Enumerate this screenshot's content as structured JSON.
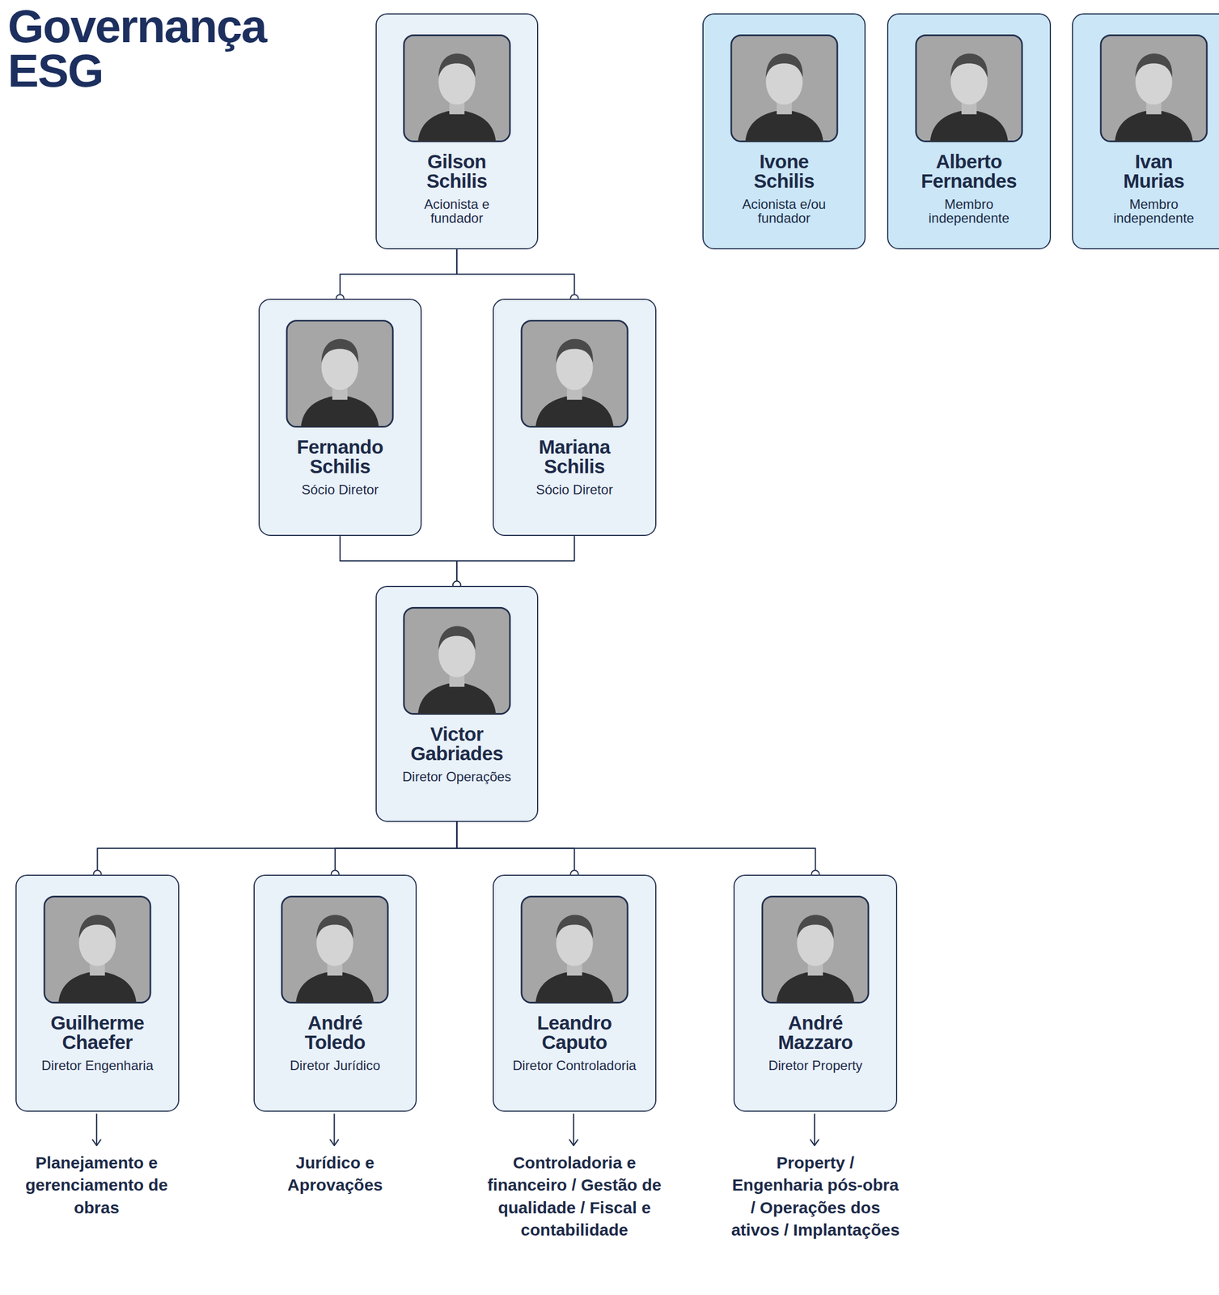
{
  "diagram": {
    "title": "Governança ESG",
    "nodes": [
      {
        "text": [
          "Gilson Schilis",
          "Acionista e fundador"
        ]
      },
      {
        "text": [
          "Ivone Schilis",
          "Acionista e/ou fundador"
        ]
      },
      {
        "text": [
          "Alberto Fernandes",
          "Membro independente"
        ]
      },
      {
        "text": [
          "Ivan Murias",
          "Membro independente"
        ]
      },
      {
        "text": [
          "Fernando Schilis",
          "Sócio Diretor"
        ]
      },
      {
        "text": [
          "Mariana Schilis",
          "Sócio Diretor"
        ]
      },
      {
        "text": [
          "Victor Gabriades",
          "Diretor Operações"
        ]
      },
      {
        "text": [
          "Guilherme Chaefer",
          "Diretor Engenharia"
        ]
      },
      {
        "text": [
          "André Toledo",
          "Diretor Jurídico"
        ]
      },
      {
        "text": [
          "Leandro Caputo",
          "Diretor Controladoria"
        ]
      },
      {
        "text": [
          "André Mazzaro",
          "Diretor Property"
        ]
      }
    ],
    "edges": [
      {
        "from": 0,
        "to": 4,
        "arrow": "none"
      },
      {
        "from": 0,
        "to": 5,
        "arrow": "none"
      },
      {
        "from": 4,
        "to": 6,
        "arrow": "none"
      },
      {
        "from": 5,
        "to": 6,
        "arrow": "none"
      },
      {
        "from": 6,
        "to": 7,
        "arrow": "none"
      },
      {
        "from": 6,
        "to": 8,
        "arrow": "none"
      },
      {
        "from": 6,
        "to": 9,
        "arrow": "none"
      },
      {
        "from": 6,
        "to": 10,
        "arrow": "none"
      }
    ],
    "labels": [
      "Planejamento e gerenciamento de obras",
      "Jurídico e Aprovações",
      "Controladoria e financeiro / Gestão de qualidade / Fiscal e contabilidade",
      "Property / Engenharia pós-obra / Operações dos ativos / Implantações"
    ]
  }
}
